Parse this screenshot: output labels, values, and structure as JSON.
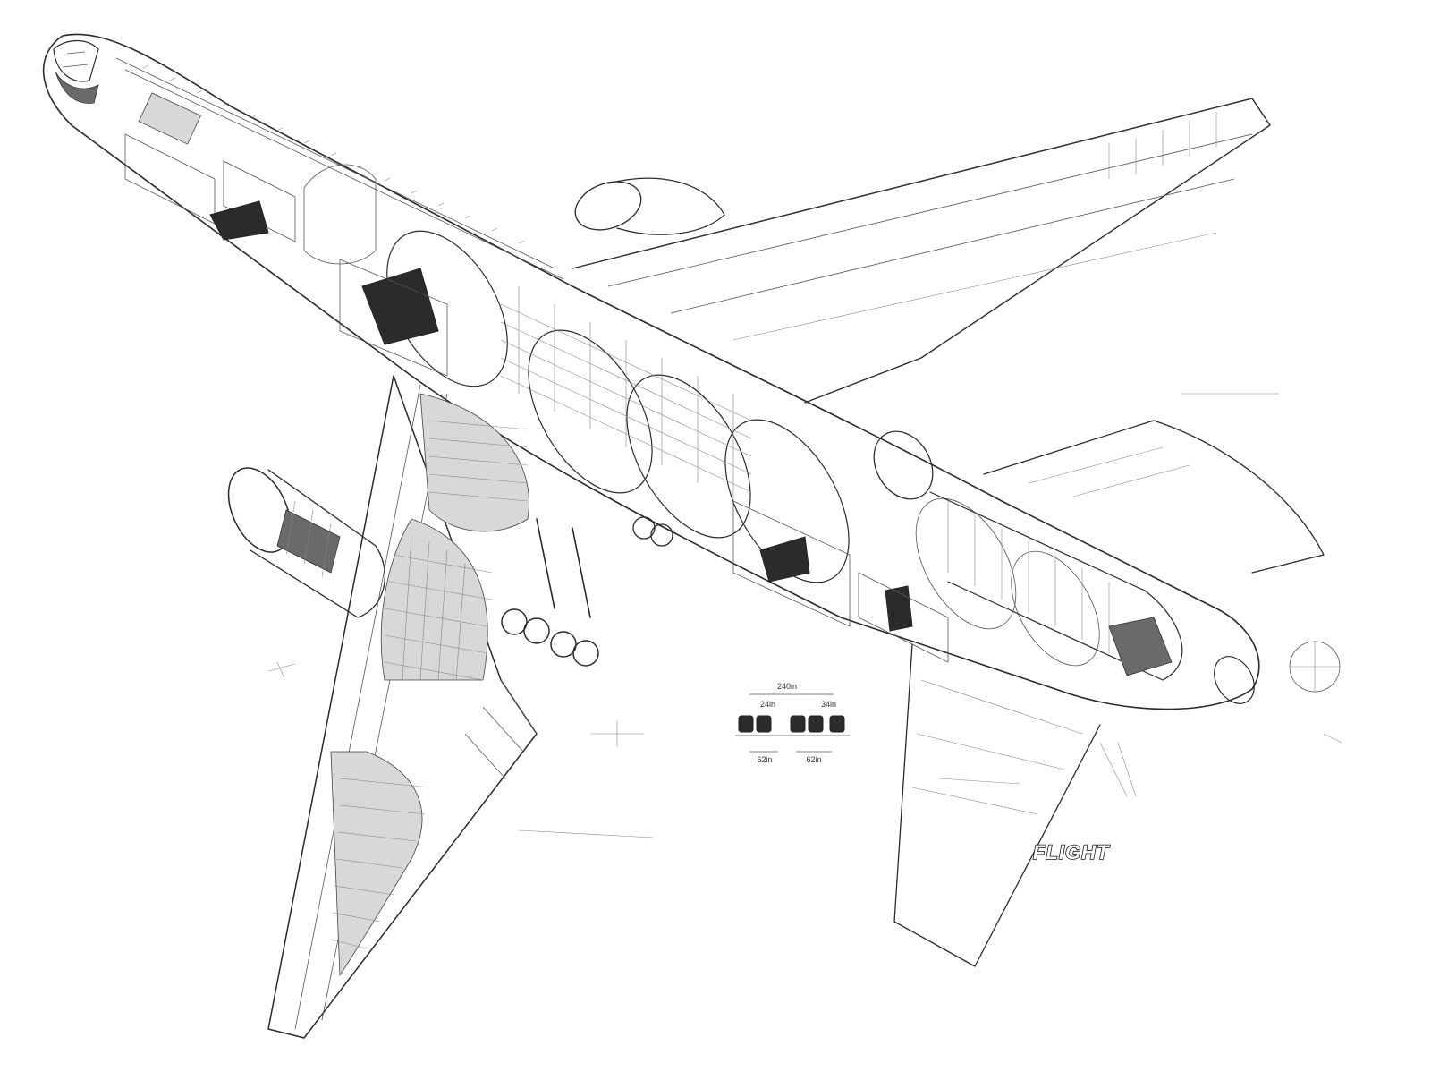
{
  "logo": {
    "text": "FLIGHT"
  },
  "seat_diagram": {
    "overall_width": "240in",
    "aisle_width": "24in",
    "seat_pair_left": "62in",
    "seat_pair_right": "62in",
    "seat_pitch": "34in"
  },
  "colors": {
    "ink": "#2a2a2a",
    "background": "#ffffff"
  }
}
